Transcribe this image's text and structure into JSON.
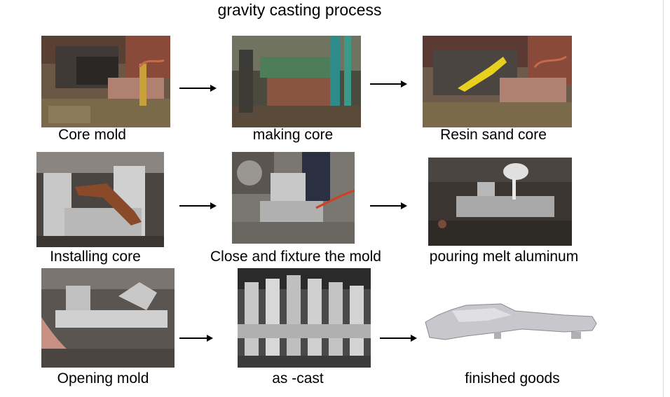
{
  "title": "gravity casting process",
  "steps": [
    {
      "caption": "Core mold"
    },
    {
      "caption": "making core"
    },
    {
      "caption": "Resin sand core"
    },
    {
      "caption": "Installing core"
    },
    {
      "caption": "Close and fixture the mold"
    },
    {
      "caption": "pouring  melt aluminum"
    },
    {
      "caption": "Opening mold"
    },
    {
      "caption": "as -cast"
    },
    {
      "caption": "finished goods"
    }
  ],
  "colors": {
    "arrow": "#000000",
    "caption_text": "#000000",
    "background": "#ffffff"
  }
}
